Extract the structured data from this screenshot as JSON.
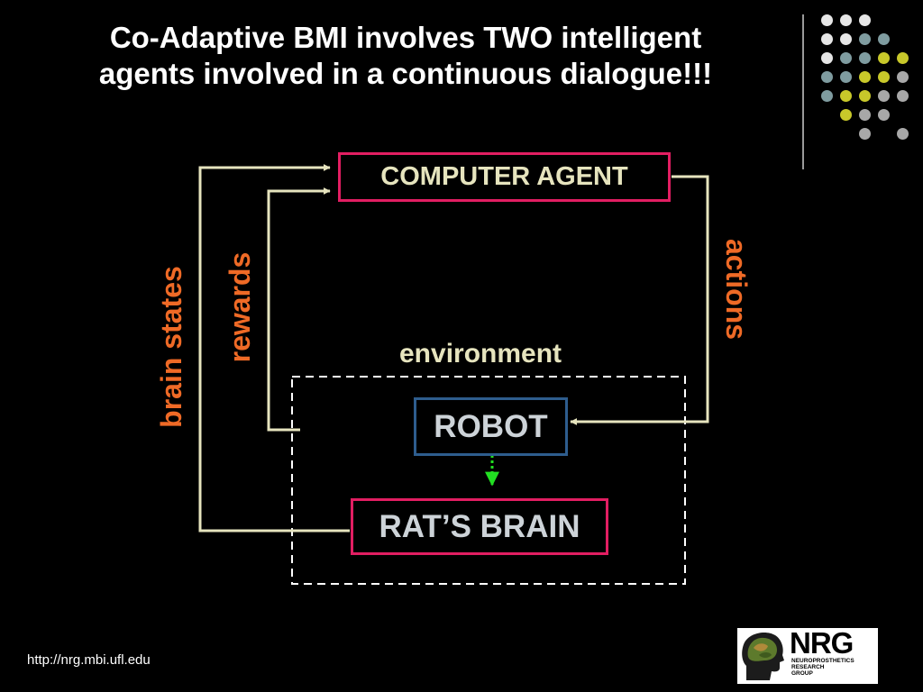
{
  "title": {
    "line1": "Co-Adaptive BMI involves TWO intelligent",
    "line2": "agents involved in a continuous dialogue!!!"
  },
  "diagram": {
    "computer_agent": "COMPUTER AGENT",
    "robot": "ROBOT",
    "rats_brain": "RAT’S BRAIN",
    "environment": "environment",
    "brain_states": "brain states",
    "rewards": "rewards",
    "actions": "actions"
  },
  "footer": {
    "url": "http://nrg.mbi.ufl.edu"
  },
  "logo": {
    "text": "NRG",
    "sub": [
      "NEUROPROSTHETICS",
      "RESEARCH",
      "GROUP"
    ]
  },
  "colors": {
    "background": "#000000",
    "box_pink": "#e21e62",
    "box_blue": "#2e5d8e",
    "connector": "#e6e4be",
    "label_orange": "#ef6a26",
    "dashed_arrow": "#22e022",
    "dot_white": "#e6e6e6",
    "dot_teal": "#7f9ca0",
    "dot_yellow": "#c8c82a",
    "dot_gray": "#a8a8a8"
  }
}
